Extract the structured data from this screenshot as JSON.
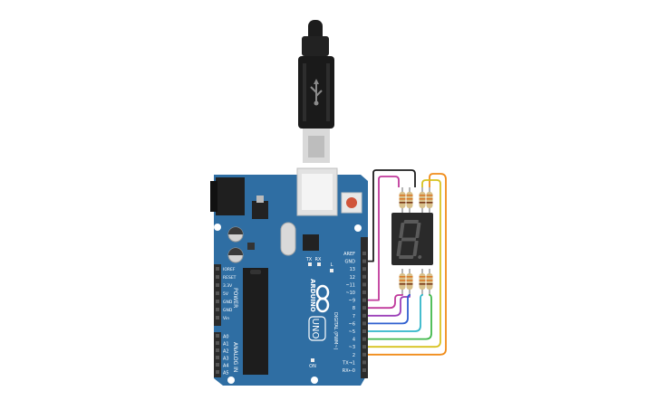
{
  "board": {
    "brand": "ARDUINO",
    "model": "UNO",
    "tx_label": "TX",
    "rx_label": "RX",
    "l_label": "L",
    "on_label": "ON",
    "power_label": "POWER",
    "analog_label": "ANALOG IN",
    "digital_label": "DIGITAL (PWM~)",
    "power_pins": [
      "IOREF",
      "RESET",
      "3.3V",
      "5V",
      "GND",
      "GND",
      "Vin"
    ],
    "analog_pins": [
      "A0",
      "A1",
      "A2",
      "A3",
      "A4",
      "A5"
    ],
    "digital_pins": [
      "AREF",
      "GND",
      "13",
      "12",
      "~11",
      "~10",
      "~9",
      "8",
      "7",
      "~6",
      "~5",
      "4",
      "~3",
      "2",
      "TX→1",
      "RX←0"
    ]
  },
  "display": {
    "digit": "8"
  },
  "colors": {
    "board": "#2f6ea3",
    "board_dark": "#1f5686",
    "header": "#2b2b2b",
    "display_body": "#2a2a2a",
    "display_segment": "#5a5a5a",
    "resistor_body": "#d8c08a",
    "wires": [
      "#1e1e1e",
      "#c0399b",
      "#9b3fb8",
      "#2f5fd0",
      "#31b6c9",
      "#40b84a",
      "#d7c21f",
      "#f08c1a"
    ]
  },
  "icons": {
    "usb": "usb-icon",
    "infinity": "infinity-logo-icon",
    "reset": "reset-button"
  }
}
